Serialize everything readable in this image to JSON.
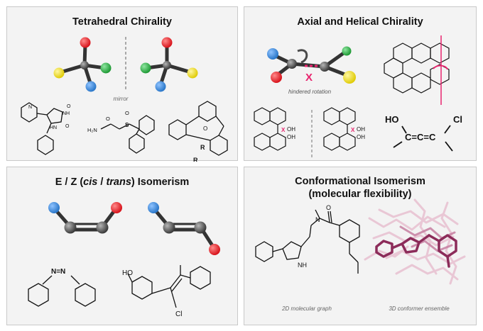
{
  "panels": {
    "tetrahedral": {
      "title": "Tetrahedral Chirality",
      "mirror_label": "mirror",
      "r_label_1": "R",
      "r_label_2": "R",
      "atom_o": "O"
    },
    "axial": {
      "title": "Axial and Helical Chirality",
      "hindered_label": "hindered rotation",
      "ho_label": "HO",
      "cl_label": "Cl",
      "allene_text": "C=C=C",
      "oh_labels": [
        "OH",
        "OH",
        "OH",
        "OH"
      ],
      "x_mark": "X"
    },
    "ez": {
      "title_prefix": "E / Z (",
      "title_cis": "cis",
      "title_sep": " / ",
      "title_trans": "trans",
      "title_suffix": ") Isomerism",
      "azo_label": "N=N",
      "ho_label": "HO",
      "cl_label": "Cl"
    },
    "conformational": {
      "title_line1": "Conformational Isomerism",
      "title_line2": "(molecular flexibility)",
      "caption_2d": "2D molecular graph",
      "caption_3d": "3D conformer ensemble",
      "nh_label": "NH",
      "n_label": "N",
      "o_label": "O"
    }
  },
  "colors": {
    "atom_red": "#d8141c",
    "atom_blue": "#2a77c9",
    "atom_yellow": "#f0df11",
    "atom_green": "#22a23a",
    "atom_grey": "#4a4a4a",
    "accent_pink": "#e8246e",
    "conformer_dark": "#8c2c5a",
    "conformer_light": "#e6b9cb"
  }
}
